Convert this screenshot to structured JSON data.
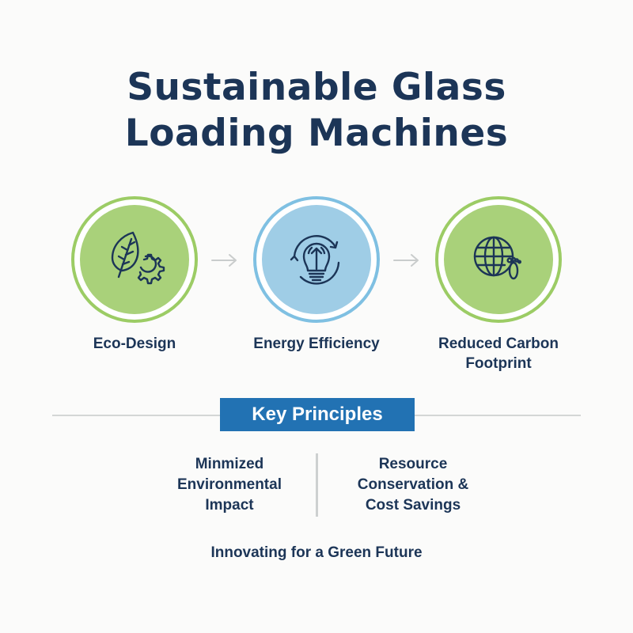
{
  "title": {
    "line1": "Sustainable Glass",
    "line2": "Loading Machines"
  },
  "steps": [
    {
      "label": "Eco-Design",
      "icon": "leaf-gear-icon",
      "color": "#a9d17a"
    },
    {
      "label": "Energy Efficiency",
      "icon": "lightbulb-cycle-icon",
      "color": "#9fcde6"
    },
    {
      "label_line1": "Reduced Carbon",
      "label_line2": "Footprint",
      "icon": "globe-footprint-icon",
      "color": "#a9d17a"
    }
  ],
  "flow_arrows": [
    "arrow-right",
    "arrow-right"
  ],
  "key_principles": {
    "heading": "Key Principles",
    "heading_color": "#2272b3",
    "items": [
      {
        "line1": "Minmized",
        "line2": "Environmental",
        "line3": "Impact"
      },
      {
        "line1": "Resource",
        "line2": "Conservation &",
        "line3": "Cost Savings"
      }
    ]
  },
  "tagline": "Innovating for a Green Future",
  "colors": {
    "text": "#1c3557",
    "green": "#a9d17a",
    "blue": "#9fcde6",
    "accent": "#2272b3"
  }
}
